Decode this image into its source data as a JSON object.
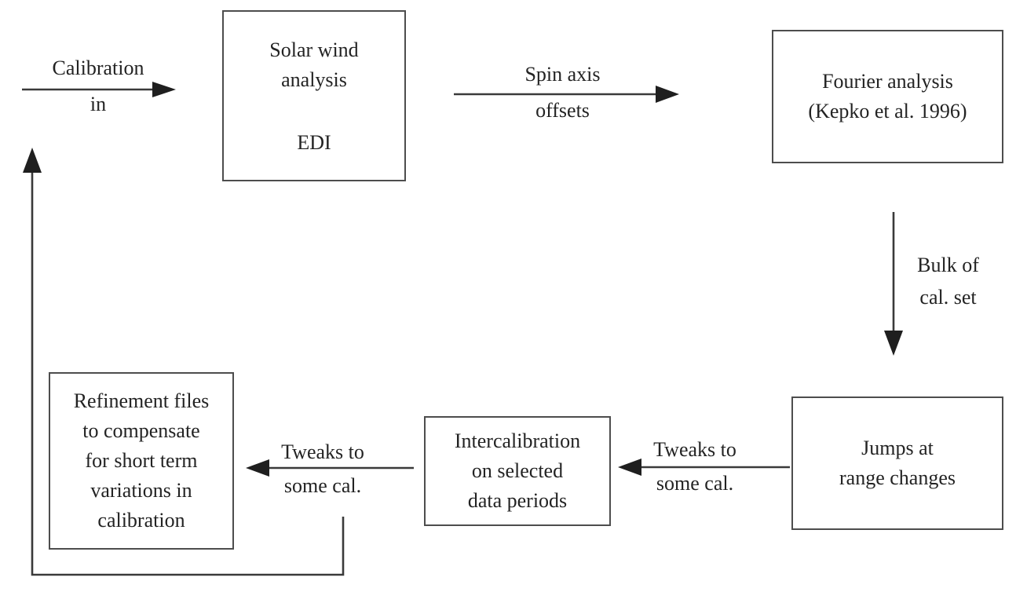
{
  "diagram": {
    "type": "flowchart",
    "nodes": {
      "solar_wind": {
        "lines": [
          "Solar wind",
          "analysis"
        ],
        "tag": "EDI"
      },
      "fourier": {
        "lines": [
          "Fourier analysis",
          "(Kepko et al. 1996)"
        ]
      },
      "jumps": {
        "lines": [
          "Jumps at",
          "range changes"
        ]
      },
      "intercalibration": {
        "lines": [
          "Intercalibration",
          "on selected",
          "data periods"
        ]
      },
      "refinement": {
        "lines": [
          "Refinement files",
          "to compensate",
          "for short term",
          "variations in",
          "calibration"
        ]
      }
    },
    "edges": {
      "calibration_in": {
        "lines": [
          "Calibration",
          "in"
        ],
        "direction": "right"
      },
      "spin_axis_offsets": {
        "lines": [
          "Spin axis",
          "offsets"
        ],
        "direction": "right"
      },
      "bulk_of_cal_set": {
        "lines": [
          "Bulk of",
          "cal. set"
        ],
        "direction": "down"
      },
      "tweaks_right": {
        "lines": [
          "Tweaks to",
          "some cal."
        ],
        "direction": "left"
      },
      "tweaks_left": {
        "lines": [
          "Tweaks to",
          "some cal."
        ],
        "direction": "left"
      },
      "feedback_loop": {
        "lines": [],
        "direction": "up"
      }
    },
    "colors": {
      "background": "#ffffff",
      "line": "#3a3a3a",
      "arrowhead": "#1f1f1f",
      "box_border": "#4d4d4d",
      "text": "#232323"
    }
  }
}
